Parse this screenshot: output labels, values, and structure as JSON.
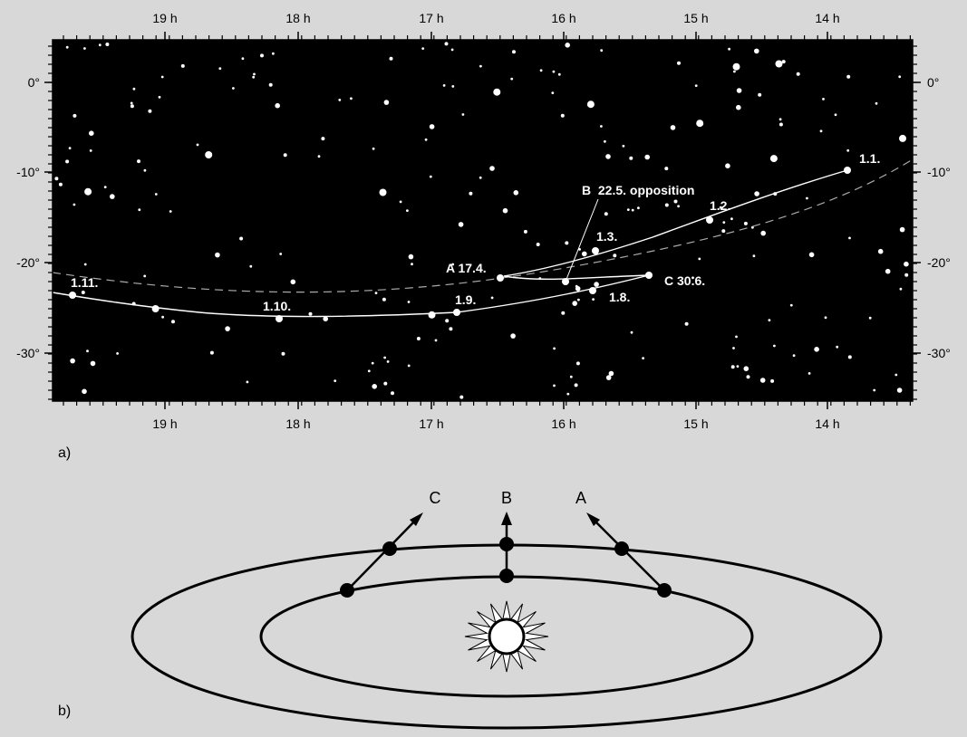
{
  "colors": {
    "background": "#d8d8d8",
    "sky": "#000000",
    "path": "#ffffff",
    "ecliptic": "#aaaaaa",
    "ink": "#000000"
  },
  "panel_a": {
    "label": "a)",
    "ra_ticks": [
      "19 h",
      "18 h",
      "17 h",
      "16 h",
      "15 h",
      "14 h"
    ],
    "dec_ticks": [
      "0°",
      "-10°",
      "-20°",
      "-30°"
    ],
    "path_points": [
      {
        "label": "1.1."
      },
      {
        "label": "1.2."
      },
      {
        "label": "1.3."
      },
      {
        "label": "A 17.4."
      },
      {
        "label": "B  22.5. opposition"
      },
      {
        "label": "C 30.6."
      },
      {
        "label": "1.8."
      },
      {
        "label": "1.9."
      },
      {
        "label": "1.10."
      },
      {
        "label": "1.11."
      }
    ]
  },
  "panel_b": {
    "label": "b)",
    "positions": [
      "C",
      "B",
      "A"
    ],
    "sun_icon": "sun-icon"
  }
}
